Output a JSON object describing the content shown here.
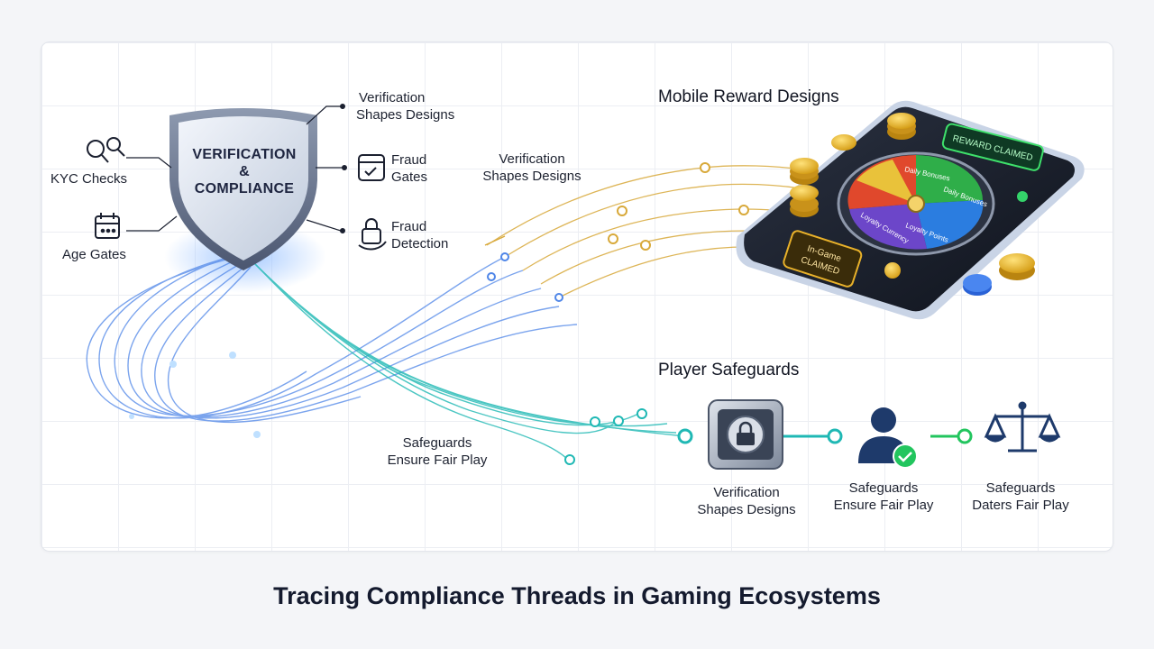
{
  "title": "Tracing Compliance Threads in Gaming Ecosystems",
  "shield": {
    "line1": "VERIFICATION",
    "line2": "&",
    "line3": "COMPLIANCE"
  },
  "left_labels": {
    "kyc": "KYC Checks",
    "age": "Age Gates"
  },
  "right_of_shield": {
    "verification_line1": "Verification",
    "verification_line2": "Shapes Designs",
    "fraud_gates_line1": "Fraud",
    "fraud_gates_line2": "Gates",
    "fraud_detection_line1": "Fraud",
    "fraud_detection_line2": "Detection"
  },
  "middle": {
    "verification_line1": "Verification",
    "verification_line2": "Shapes Designs",
    "safeguards_line1": "Safeguards",
    "safeguards_line2": "Ensure Fair Play"
  },
  "mobile": {
    "heading": "Mobile Reward Designs",
    "reward_badge": "REWARD CLAIMED",
    "ingame_line1": "In-Game",
    "ingame_line2": "CLAIMED",
    "wheel": [
      "Daily Bonuses",
      "Daily Bonuses",
      "Loyalty Points",
      "Loyalty Currency"
    ]
  },
  "safeguards": {
    "heading": "Player Safeguards",
    "items": [
      {
        "line1": "Verification",
        "line2": "Shapes Designs"
      },
      {
        "line1": "Safeguards",
        "line2": "Ensure Fair Play"
      },
      {
        "line1": "Safeguards",
        "line2": "Daters Fair Play"
      }
    ]
  },
  "colors": {
    "blue_thread": "#4f86e8",
    "gold_thread": "#d8a93a",
    "teal_thread": "#1fb8b4",
    "green_accent": "#22c55e",
    "navy_icon": "#1e3a6b"
  },
  "icons": [
    "search-icon",
    "calendar-icon",
    "document-icon",
    "lock-hand-icon",
    "shield-icon",
    "safe-lock-icon",
    "user-check-icon",
    "scales-icon",
    "coin-icon"
  ]
}
